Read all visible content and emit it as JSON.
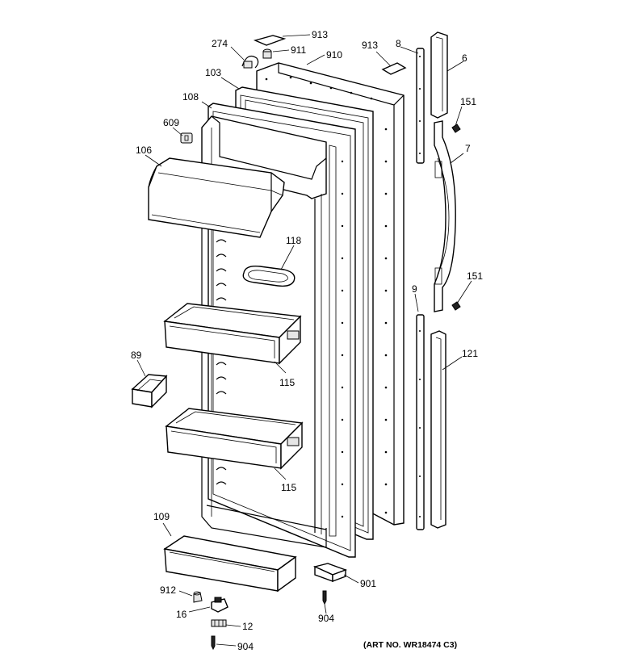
{
  "labels": {
    "l913a": "913",
    "l274": "274",
    "l911": "911",
    "l910": "910",
    "l913b": "913",
    "l8": "8",
    "l6": "6",
    "l103": "103",
    "l108": "108",
    "l609": "609",
    "l151a": "151",
    "l7": "7",
    "l106": "106",
    "l118": "118",
    "l9": "9",
    "l151b": "151",
    "l121": "121",
    "l89": "89",
    "l115a": "115",
    "l115b": "115",
    "l109": "109",
    "l901": "901",
    "l912": "912",
    "l16": "16",
    "l12": "12",
    "l904a": "904",
    "l904b": "904"
  },
  "caption": "(ART NO. WR18474 C3)"
}
